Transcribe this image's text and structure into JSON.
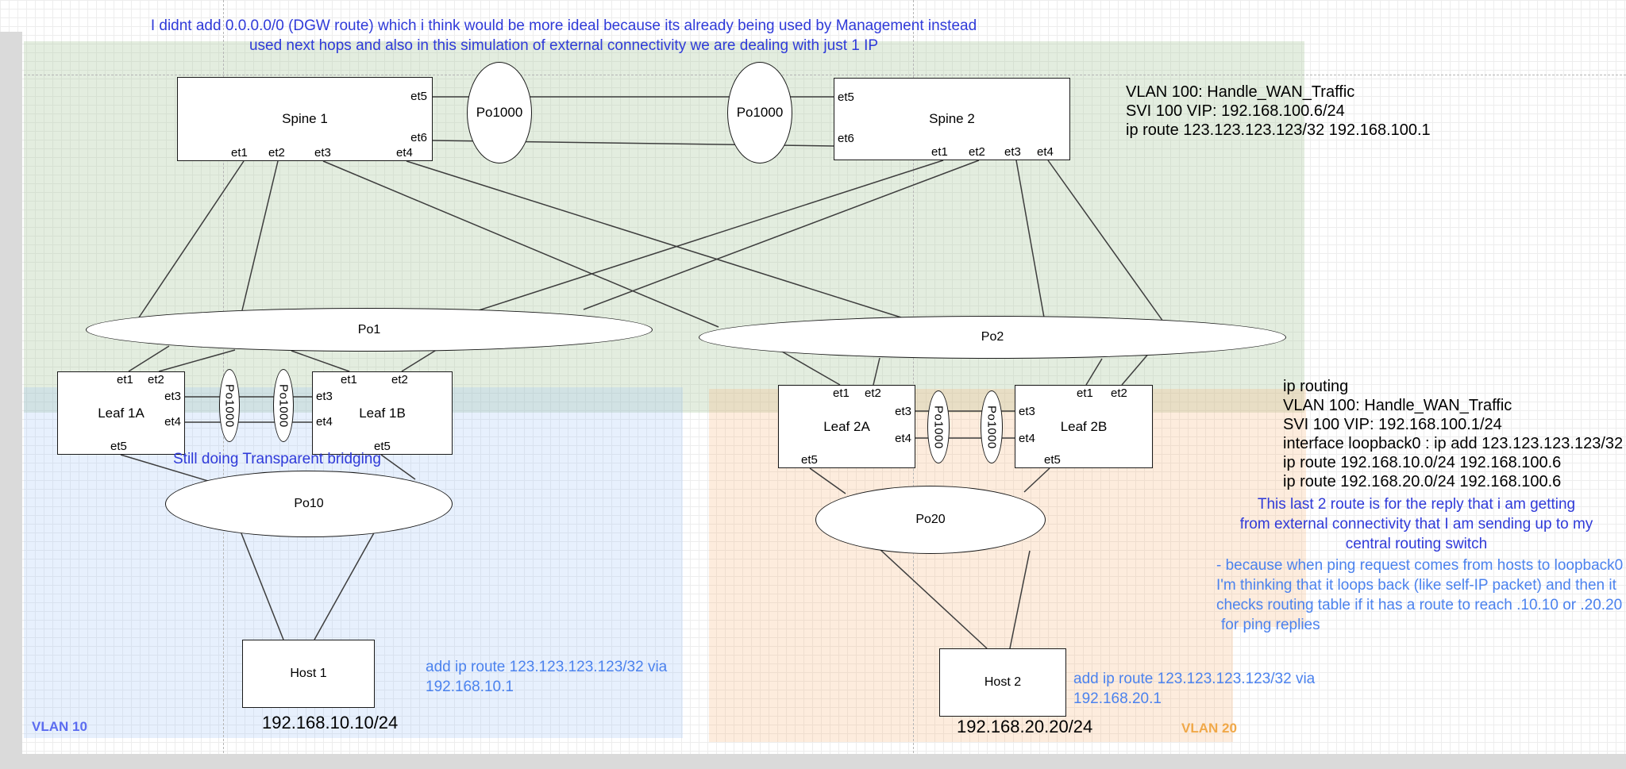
{
  "ports": {
    "et1": "et1",
    "et2": "et2",
    "et3": "et3",
    "et4": "et4",
    "et5": "et5",
    "et6": "et6"
  },
  "nodes": {
    "spine1": "Spine 1",
    "spine2": "Spine 2",
    "leaf1a": "Leaf 1A",
    "leaf1b": "Leaf 1B",
    "leaf2a": "Leaf 2A",
    "leaf2b": "Leaf 2B",
    "host1": "Host 1",
    "host2": "Host 2"
  },
  "port_channels": {
    "po1": "Po1",
    "po2": "Po2",
    "po10": "Po10",
    "po20": "Po20",
    "po1000": "Po1000"
  },
  "annotations": {
    "top_note": {
      "l1": "I didnt add 0.0.0.0/0 (DGW route) which i think would be more ideal  because its already being used by Management instead",
      "l2": "used next hops and also in this simulation of external connectivity we are dealing with just 1 IP"
    },
    "spine_config": {
      "l1": "VLAN 100: Handle_WAN_Traffic",
      "l2": "SVI 100 VIP: 192.168.100.6/24",
      "l3": "ip route 123.123.123.123/32 192.168.100.1"
    },
    "central_config": {
      "l1": "ip routing",
      "l2": "VLAN 100: Handle_WAN_Traffic",
      "l3": "SVI 100 VIP: 192.168.100.1/24",
      "l4": "interface loopback0 : ip add 123.123.123.123/32",
      "l5": "ip route 192.168.10.0/24 192.168.100.6",
      "l6": "ip route 192.168.20.0/24 192.168.100.6"
    },
    "bridging_note": "Still doing Transparent bridging",
    "reply_note": {
      "l1": "This last 2 route is for the reply that i am getting",
      "l2": "from external connectivity that I am sending up to my",
      "l3": "central routing switch"
    },
    "ping_note": {
      "l1": "- because when ping request comes from hosts to loopback0 ,",
      "l2": "I'm thinking that it loops back (like self-IP packet) and then it",
      "l3": "checks routing table if it has a route to reach .10.10 or .20.20",
      "l4": "for ping replies"
    },
    "host1_route": {
      "l1": "add ip route 123.123.123.123/32 via",
      "l2": "192.168.10.1"
    },
    "host2_route": {
      "l1": "add ip route 123.123.123.123/32 via",
      "l2": "192.168.20.1"
    },
    "host1_ip": "192.168.10.10/24",
    "host2_ip": "192.168.20.20/24",
    "vlan10": "VLAN 10",
    "vlan20": "VLAN 20"
  },
  "colors": {
    "note_dark_blue": "#2f3ad9",
    "note_light_blue": "#4b82ee",
    "vlan10_blue": "#5b6cf0",
    "vlan20_orange": "#f0a848",
    "zone_green": "#e7eee2",
    "zone_blue": "#e8effb",
    "zone_orange": "#fbecdd"
  }
}
